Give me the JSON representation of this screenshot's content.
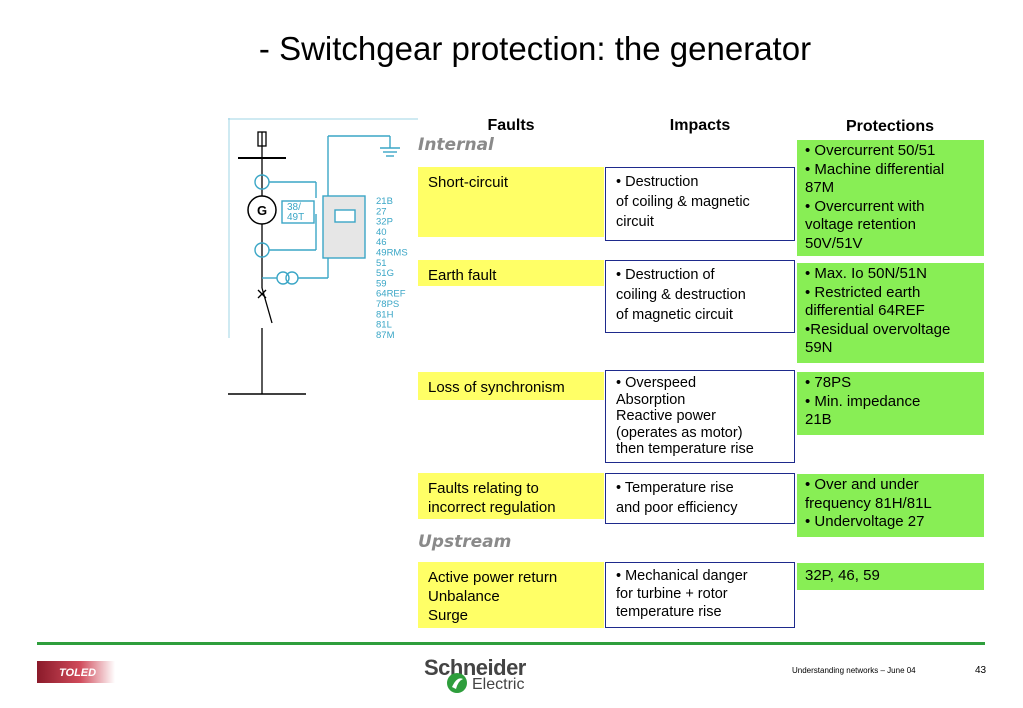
{
  "title": "- Switchgear protection: the generator",
  "headers": {
    "faults": "Faults",
    "impacts": "Impacts",
    "protections": "Protections"
  },
  "sections": {
    "internal": "Internal",
    "upstream": "Upstream"
  },
  "rows": [
    {
      "fault": "Short-circuit",
      "impact": "• Destruction\n   of coiling & magnetic\n   circuit",
      "protection": "• Overcurrent  50/51\n• Machine differential 87M\n• Overcurrent with voltage retention\n50V/51V"
    },
    {
      "fault": "Earth fault",
      "impact": "• Destruction of\n   coiling & destruction\n   of magnetic circuit",
      "protection": "• Max. Io 50N/51N\n• Restricted earth differential 64REF\n•Residual overvoltage 59N"
    },
    {
      "fault": "Loss of synchronism",
      "impact": "• Overspeed\n   Absorption\n   Reactive power\n   (operates as motor)\nthen temperature rise",
      "protection": "• 78PS\n• Min. impedance\n   21B"
    },
    {
      "fault": "Faults relating to\nincorrect regulation",
      "impact": "• Temperature rise\n   and poor efficiency",
      "protection": "• Over and under frequency 81H/81L\n• Undervoltage 27"
    },
    {
      "fault": "Active power return\nUnbalance\nSurge",
      "impact": "• Mechanical danger\n   for turbine + rotor\n   temperature rise",
      "protection": "32P, 46, 59"
    }
  ],
  "diagram": {
    "generator_symbol": "G",
    "relay_codes_left": "38/\n49T",
    "relay_codes_right": "21B\n27\n32P\n40\n46\n49RMS\n51\n51G\n59\n64REF\n78PS\n81H\n81L\n87M"
  },
  "footer": {
    "note": "Understanding networks – June 04",
    "page_number": "43",
    "logo_word": "Schneider",
    "logo_sub": "Electric",
    "badge_text": "TOLED"
  },
  "colors": {
    "fault_bg": "#ffff66",
    "protection_bg": "#88ee55",
    "impact_border": "#1e2a8c",
    "rule": "#2e9e3c",
    "diagram_cyan": "#3aa6c6"
  }
}
